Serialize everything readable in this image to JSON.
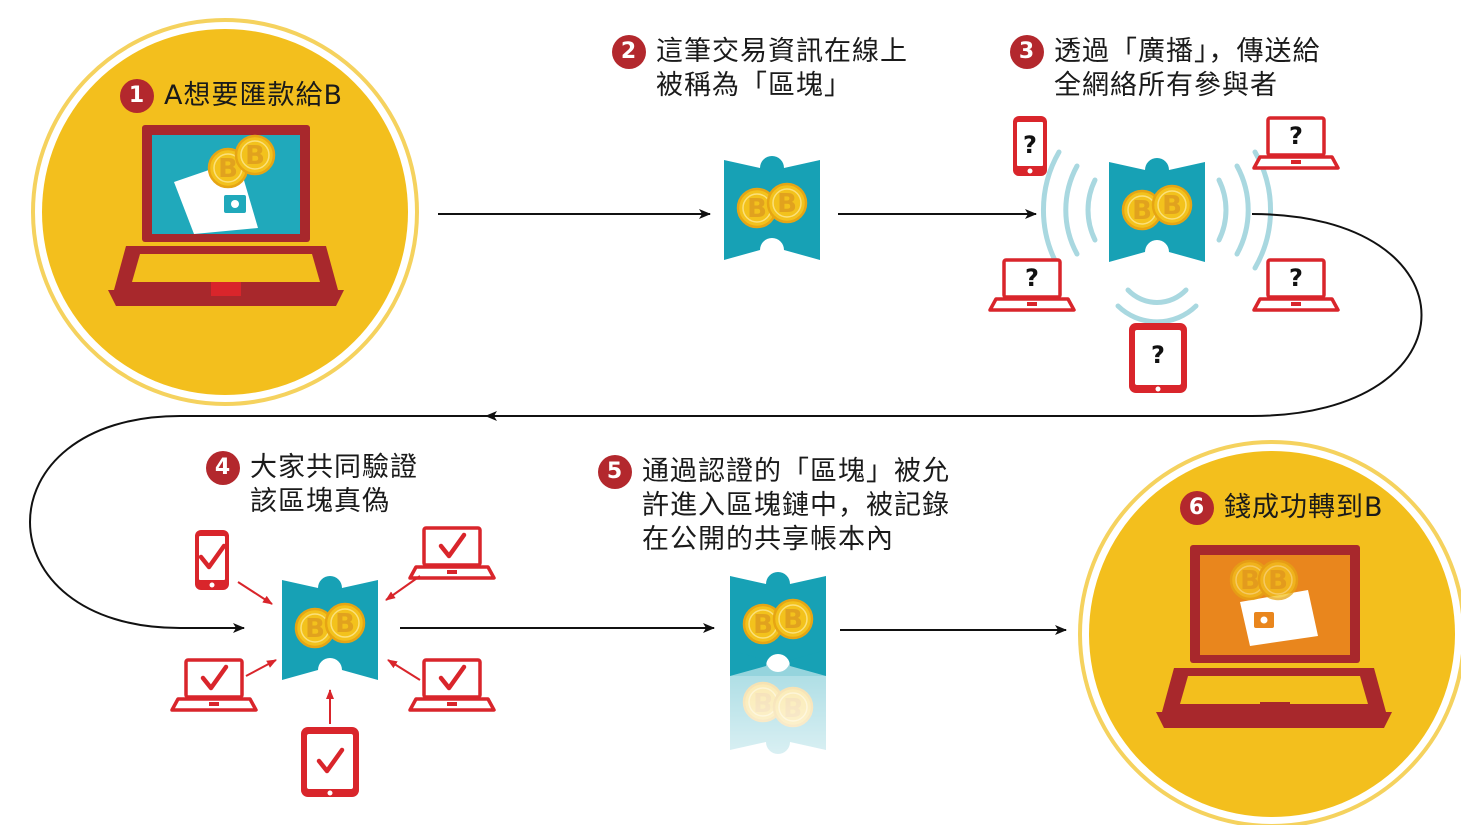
{
  "steps": [
    {
      "number": "1",
      "lines": [
        "A想要匯款給B"
      ]
    },
    {
      "number": "2",
      "lines": [
        "這筆交易資訊在線上",
        "被稱為「區塊」"
      ]
    },
    {
      "number": "3",
      "lines": [
        "透過「廣播」，傳送給",
        "全網絡所有參與者"
      ]
    },
    {
      "number": "4",
      "lines": [
        "大家共同驗證",
        "該區塊真偽"
      ]
    },
    {
      "number": "5",
      "lines": [
        "通過認證的「區塊」被允",
        "許進入區塊鏈中，被記錄",
        "在公開的共享帳本內"
      ]
    },
    {
      "number": "6",
      "lines": [
        "錢成功轉到B"
      ]
    }
  ],
  "icons": {
    "coin_symbol": "B",
    "broadcast_device_mark": "?",
    "verified_device_mark": "✓"
  },
  "colors": {
    "accent_red": "#b3282d",
    "device_red": "#d9252b",
    "circle_yellow": "#f3bf1d",
    "circle_ring": "#f5d25e",
    "block_teal": "#17a1b5",
    "coin_gold": "#f3c21c",
    "screen_teal": "#20a9bb",
    "screen_orange": "#e9861d",
    "arrow": "#111111"
  }
}
